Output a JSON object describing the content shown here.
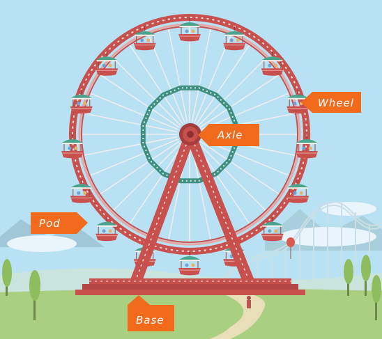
{
  "labels": {
    "wheel": "Wheel",
    "axle": "Axle",
    "pod": "Pod",
    "base": "Base"
  },
  "colors": {
    "sky": "#b5dff3",
    "wheel_red": "#c8514e",
    "wheel_dark": "#a63c3b",
    "inner_ring": "#3f8f80",
    "label_orange": "#f26a1b",
    "grass": "#a6cc7d",
    "hills": "#c7e3df",
    "pod_roof": "#4aa38d",
    "pod_body": "#c8514e"
  },
  "icons": {
    "balloon": "balloon-icon",
    "tree": "tree-icon",
    "cloud": "cloud-icon"
  }
}
